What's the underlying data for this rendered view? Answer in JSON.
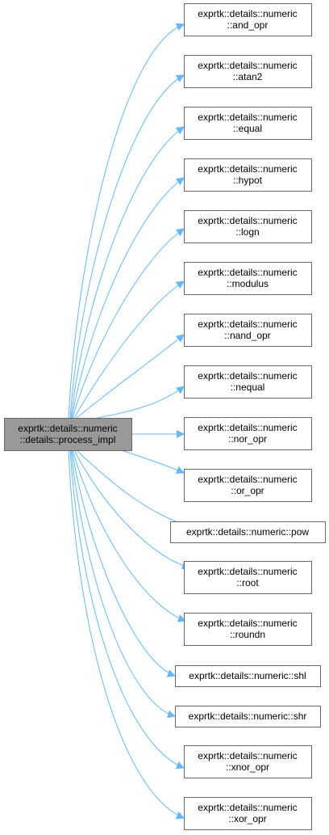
{
  "diagram": {
    "type": "call-graph",
    "colors": {
      "root_fill": "#999999",
      "root_stroke": "#666666",
      "node_fill": "#ffffff",
      "node_stroke": "#666666",
      "edge": "#63b8ff",
      "text": "#000000"
    },
    "root": {
      "id": "process_impl",
      "lines": [
        "exprtk::details::numeric",
        "::details::process_impl"
      ]
    },
    "callees": [
      {
        "id": "and_opr",
        "lines": [
          "exprtk::details::numeric",
          "::and_opr"
        ]
      },
      {
        "id": "atan2",
        "lines": [
          "exprtk::details::numeric",
          "::atan2"
        ]
      },
      {
        "id": "equal",
        "lines": [
          "exprtk::details::numeric",
          "::equal"
        ]
      },
      {
        "id": "hypot",
        "lines": [
          "exprtk::details::numeric",
          "::hypot"
        ]
      },
      {
        "id": "logn",
        "lines": [
          "exprtk::details::numeric",
          "::logn"
        ]
      },
      {
        "id": "modulus",
        "lines": [
          "exprtk::details::numeric",
          "::modulus"
        ]
      },
      {
        "id": "nand_opr",
        "lines": [
          "exprtk::details::numeric",
          "::nand_opr"
        ]
      },
      {
        "id": "nequal",
        "lines": [
          "exprtk::details::numeric",
          "::nequal"
        ]
      },
      {
        "id": "nor_opr",
        "lines": [
          "exprtk::details::numeric",
          "::nor_opr"
        ]
      },
      {
        "id": "or_opr",
        "lines": [
          "exprtk::details::numeric",
          "::or_opr"
        ]
      },
      {
        "id": "pow",
        "lines": [
          "exprtk::details::numeric::pow"
        ]
      },
      {
        "id": "root",
        "lines": [
          "exprtk::details::numeric",
          "::root"
        ]
      },
      {
        "id": "roundn",
        "lines": [
          "exprtk::details::numeric",
          "::roundn"
        ]
      },
      {
        "id": "shl",
        "lines": [
          "exprtk::details::numeric::shl"
        ]
      },
      {
        "id": "shr",
        "lines": [
          "exprtk::details::numeric::shr"
        ]
      },
      {
        "id": "xnor_opr",
        "lines": [
          "exprtk::details::numeric",
          "::xnor_opr"
        ]
      },
      {
        "id": "xor_opr",
        "lines": [
          "exprtk::details::numeric",
          "::xor_opr"
        ]
      }
    ]
  }
}
